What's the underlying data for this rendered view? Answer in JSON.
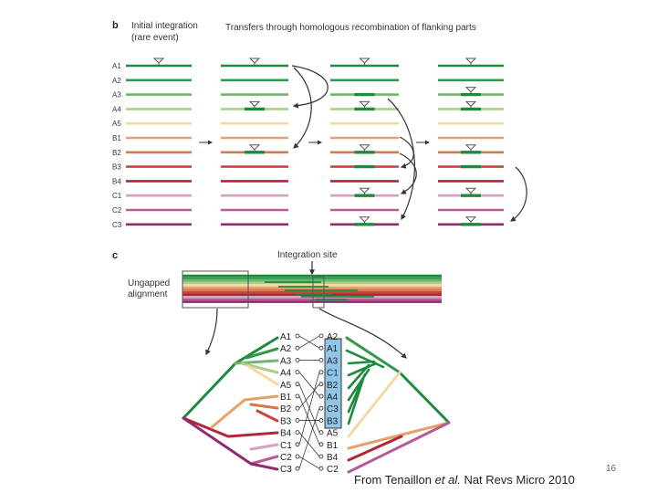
{
  "panel_b": {
    "letter": "b",
    "header_initial": [
      "Initial integration",
      "(rare event)"
    ],
    "header_transfers": "Transfers through homologous recombination of flanking parts",
    "rows": [
      "A1",
      "A2",
      "A3",
      "A4",
      "A5",
      "B1",
      "B2",
      "B3",
      "B4",
      "C1",
      "C2",
      "C3"
    ]
  },
  "panel_c": {
    "letter": "c",
    "integration_label": "Integration site",
    "alignment_label": [
      "Ungapped",
      "alignment"
    ]
  },
  "tree": {
    "left_labels": [
      "A1",
      "A2",
      "A3",
      "A4",
      "A5",
      "B1",
      "B2",
      "B3",
      "B4",
      "C1",
      "C2",
      "C3"
    ],
    "right_labels": [
      "A2",
      "A1",
      "A3",
      "C1",
      "B2",
      "A4",
      "C3",
      "B3",
      "A5",
      "B1",
      "B4",
      "C2"
    ]
  },
  "colors": {
    "A1": "#1e8a3e",
    "A2": "#2f9a4c",
    "A3": "#6fb56c",
    "A4": "#a9cf8a",
    "A5": "#f3d9a0",
    "B1": "#e8a06a",
    "B2": "#d9774a",
    "B3": "#c8473a",
    "B4": "#b5253a",
    "C1": "#d8a0c0",
    "C2": "#b85a98",
    "C3": "#8e2a6e",
    "insert": "#1e8a3e",
    "highlight": "#8fc6e8"
  },
  "caption": {
    "before": "From Tenaillon ",
    "italic": "et al.",
    "after": " Nat Revs Micro 2010"
  },
  "page_number": "16"
}
